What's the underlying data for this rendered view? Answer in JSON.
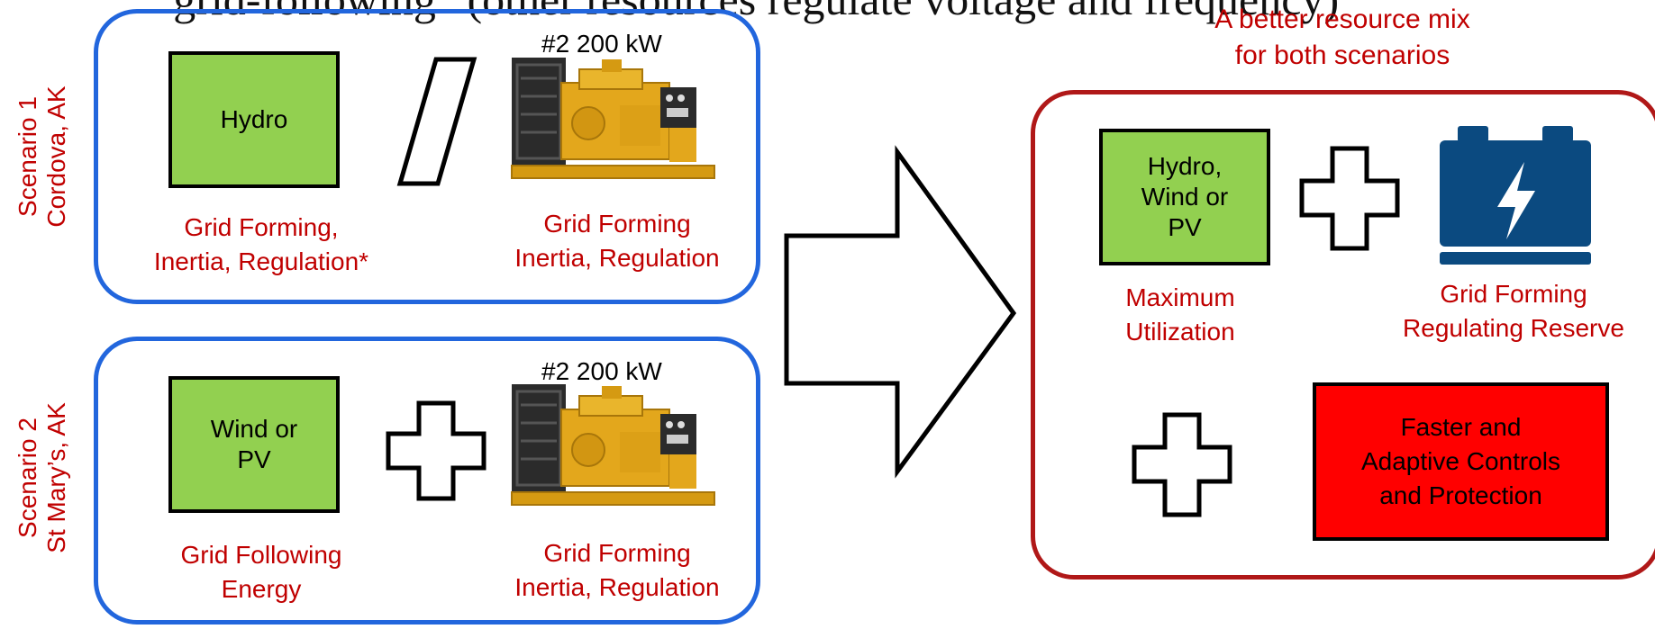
{
  "overlay_text": "“grid-following” (other resources regulate voltage and frequency)",
  "title": {
    "line1": "A better resource mix",
    "line2": "for both scenarios"
  },
  "scenario1": {
    "label_line1": "Scenario 1",
    "label_line2": "Cordova, AK",
    "resource": "Hydro",
    "resource_caption_line1": "Grid Forming,",
    "resource_caption_line2": "Inertia, Regulation*",
    "genset_label": "#2 200 kW",
    "genset_caption_line1": "Grid Forming",
    "genset_caption_line2": "Inertia, Regulation"
  },
  "scenario2": {
    "label_line1": "Scenario 2",
    "label_line2": "St Mary’s, AK",
    "resource_line1": "Wind or",
    "resource_line2": "PV",
    "resource_caption_line1": "Grid Following",
    "resource_caption_line2": "Energy",
    "genset_label": "#2 200 kW",
    "genset_caption_line1": "Grid Forming",
    "genset_caption_line2": "Inertia, Regulation"
  },
  "result": {
    "resource_line1": "Hydro,",
    "resource_line2": "Wind or",
    "resource_line3": "PV",
    "resource_caption_line1": "Maximum",
    "resource_caption_line2": "Utilization",
    "battery_caption_line1": "Grid Forming",
    "battery_caption_line2": "Regulating Reserve",
    "controls_line1": "Faster and",
    "controls_line2": "Adaptive Controls",
    "controls_line3": "and Protection"
  },
  "colors": {
    "scenario_border": "#2266dd",
    "result_border": "#b01818",
    "accent_text": "#c00000",
    "resource_fill": "#92d050",
    "controls_fill": "#ff0000",
    "battery_fill": "#0b4a80",
    "genset_fill": "#e3a71c"
  },
  "icons": [
    "slash-icon",
    "plus-icon",
    "arrow-right-icon",
    "generator-icon",
    "battery-icon",
    "lightning-icon"
  ]
}
